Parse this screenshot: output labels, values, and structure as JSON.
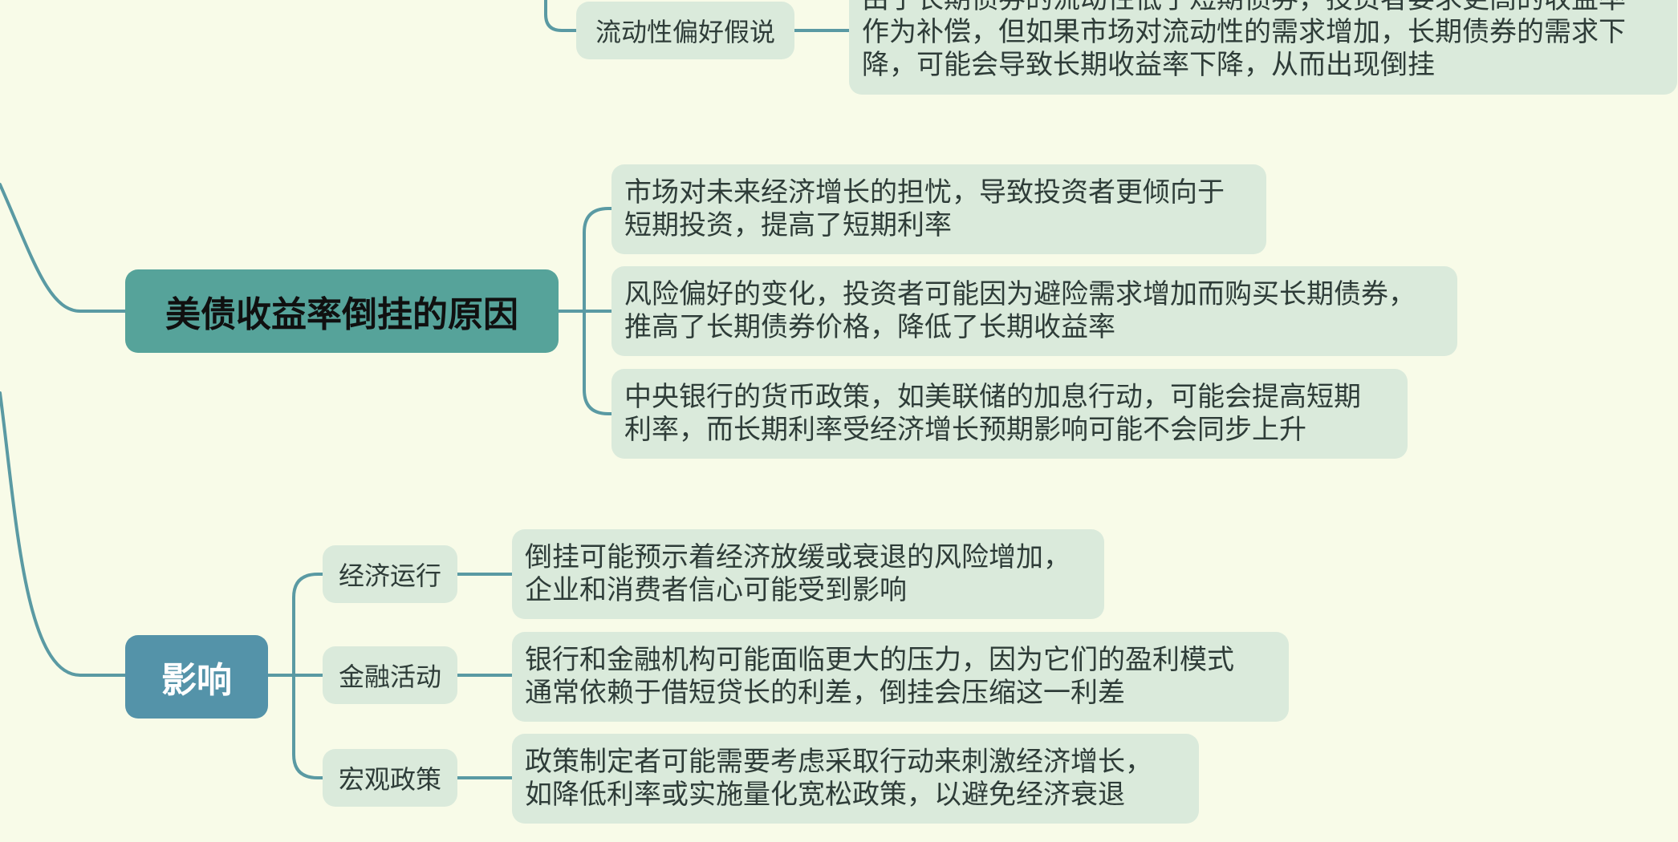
{
  "colors": {
    "background": "#f8fbe8",
    "branch_causes": "#56a39a",
    "branch_impact": "#5493a9",
    "subtopic_fill": "#daeadb",
    "connector": "#5a9aa3"
  },
  "top_fragment": {
    "subtopic": "流动性偏好假说",
    "text": "由于长期债券的流动性低于短期债券，投资者要求更高的收益率\n作为补偿，但如果市场对流动性的需求增加，长期债券的需求下\n降，可能会导致长期收益率下降，从而出现倒挂"
  },
  "causes": {
    "title": "美债收益率倒挂的原因",
    "items": [
      {
        "text": "市场对未来经济增长的担忧，导致投资者更倾向于\n短期投资，提高了短期利率"
      },
      {
        "text": "风险偏好的变化，投资者可能因为避险需求增加而购买长期债券，\n推高了长期债券价格，降低了长期收益率"
      },
      {
        "text": "中央银行的货币政策，如美联储的加息行动，可能会提高短期\n利率，而长期利率受经济增长预期影响可能不会同步上升"
      }
    ]
  },
  "impact": {
    "title": "影响",
    "items": [
      {
        "label": "经济运行",
        "text": "倒挂可能预示着经济放缓或衰退的风险增加，\n企业和消费者信心可能受到影响"
      },
      {
        "label": "金融活动",
        "text": "银行和金融机构可能面临更大的压力，因为它们的盈利模式\n通常依赖于借短贷长的利差，倒挂会压缩这一利差"
      },
      {
        "label": "宏观政策",
        "text": "政策制定者可能需要考虑采取行动来刺激经济增长，\n如降低利率或实施量化宽松政策，以避免经济衰退"
      }
    ]
  }
}
